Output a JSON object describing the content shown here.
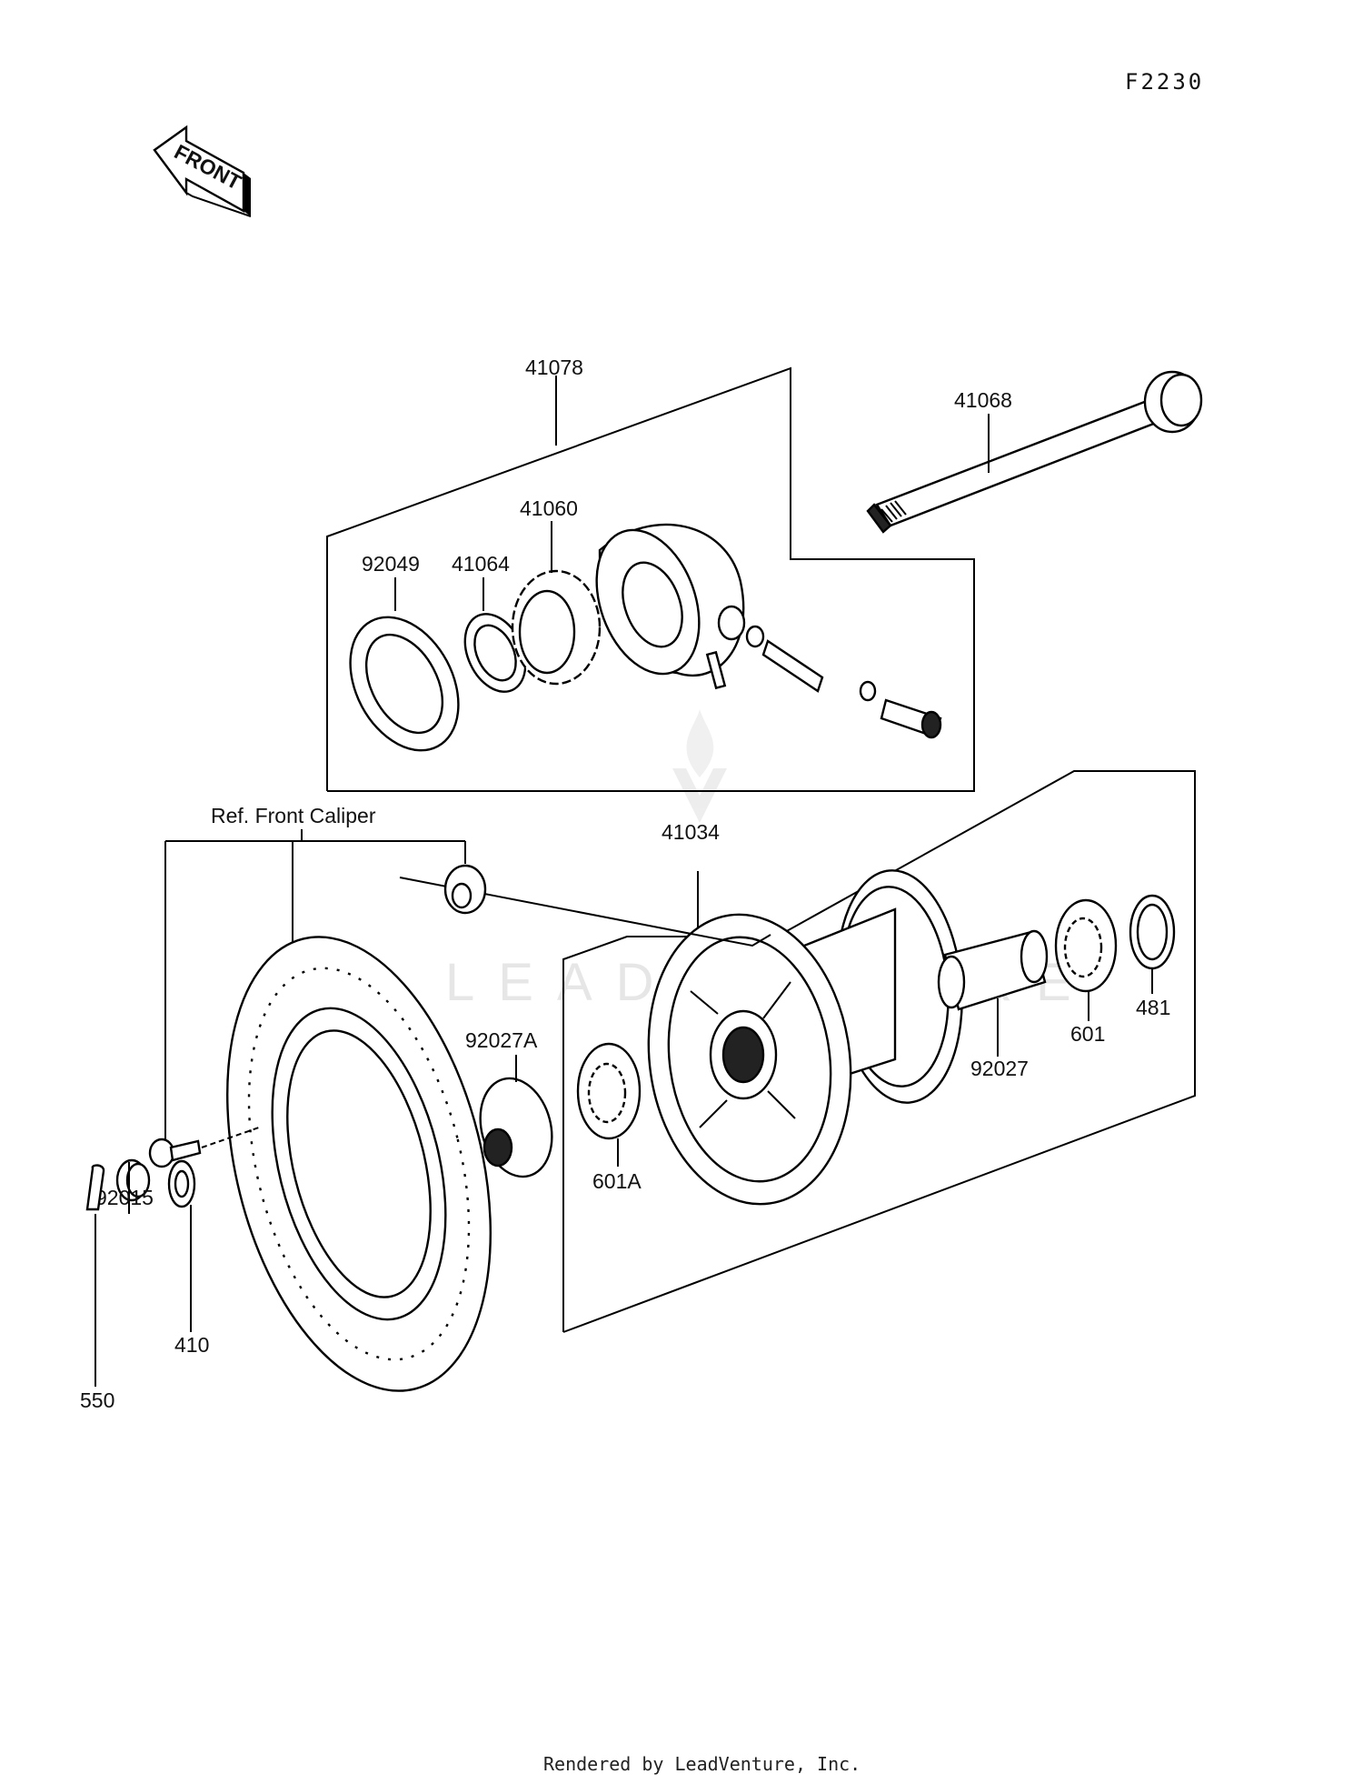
{
  "diagram_code": "F2230",
  "front_marker": "FRONT",
  "watermark": "LEADVENTURE",
  "reference_note": "Ref. Front Caliper",
  "footer": "Rendered by LeadVenture, Inc.",
  "parts": {
    "p41078": "41078",
    "p41068": "41068",
    "p41060": "41060",
    "p92049": "92049",
    "p41064": "41064",
    "p41034": "41034",
    "p92027A": "92027A",
    "p92027": "92027",
    "p601": "601",
    "p481": "481",
    "p601A": "601A",
    "p92015": "92015",
    "p410": "410",
    "p550": "550"
  }
}
